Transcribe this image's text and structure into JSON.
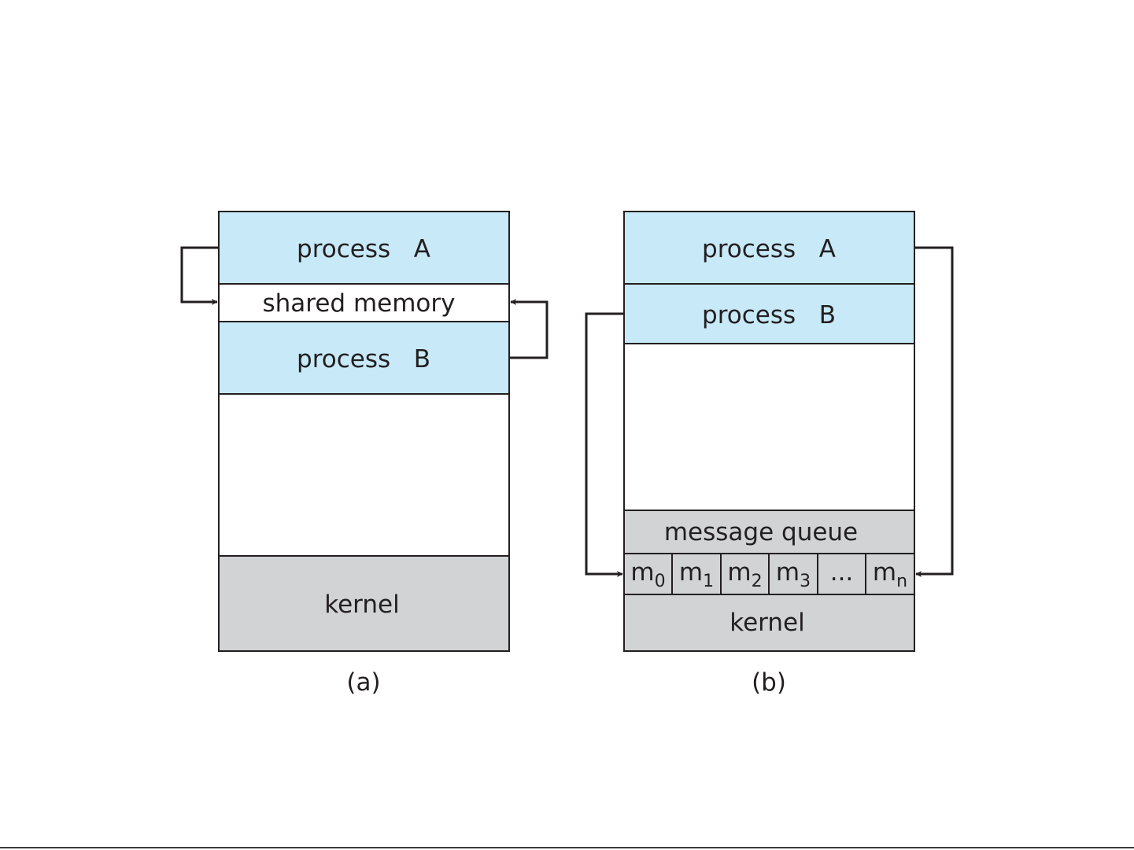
{
  "diagram_a": {
    "process_a": "process   A",
    "shared_memory": "shared memory",
    "process_b": "process   B",
    "kernel": "kernel",
    "caption": "(a)"
  },
  "diagram_b": {
    "process_a": "process   A",
    "process_b": "process   B",
    "message_queue": "message queue",
    "queue_slots": [
      {
        "base": "m",
        "sub": "0"
      },
      {
        "base": "m",
        "sub": "1"
      },
      {
        "base": "m",
        "sub": "2"
      },
      {
        "base": "m",
        "sub": "3"
      },
      {
        "base": "...",
        "sub": ""
      },
      {
        "base": "m",
        "sub": "n"
      }
    ],
    "kernel": "kernel",
    "caption": "(b)"
  },
  "colors": {
    "process_fill": "#c8e9f8",
    "kernel_fill": "#d1d3d4",
    "stroke": "#231f20",
    "white": "#ffffff"
  }
}
